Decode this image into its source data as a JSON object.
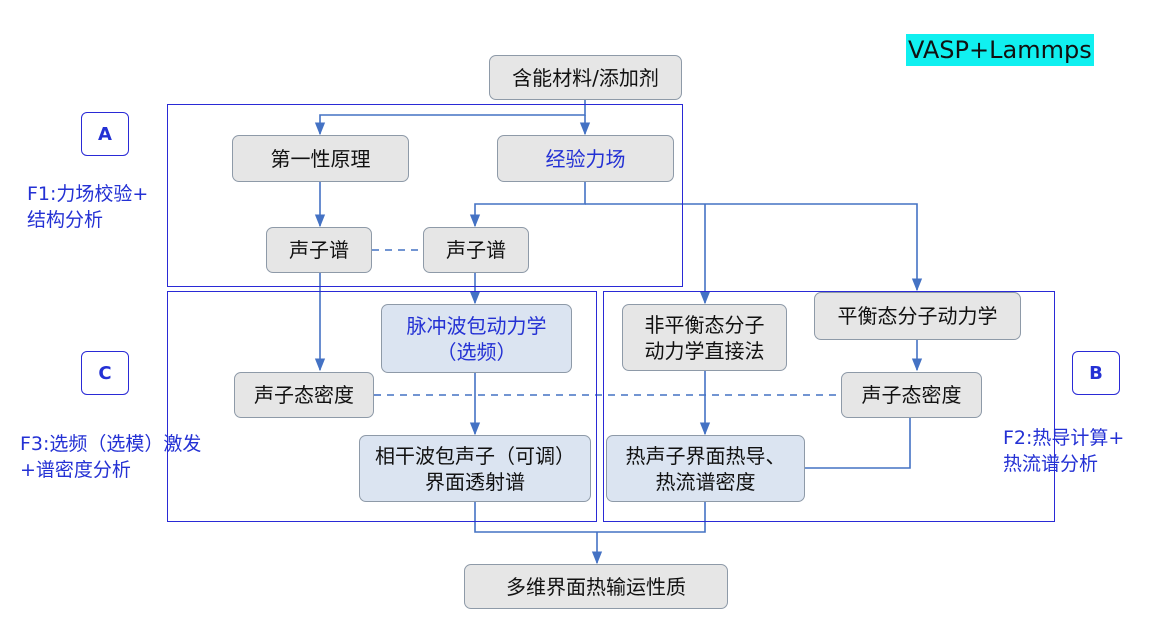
{
  "badge": "VASP+Lammps",
  "nodes": {
    "energetic": "含能材料/添加剂",
    "first_principles": "第一性原理",
    "empirical": "经验力场",
    "phonon_a": "声子谱",
    "phonon_b": "声子谱",
    "pulse": "脉冲波包动力学\n（选频）",
    "noneq": "非平衡态分子\n动力学直接法",
    "eq_md": "平衡态分子动力学",
    "dos_left": "声子态密度",
    "dos_right": "声子态密度",
    "coherent": "相干波包声子（可调）\n界面透射谱",
    "thermal": "热声子界面热导、\n热流谱密度",
    "output": "多维界面热输运性质"
  },
  "tags": {
    "a": "A",
    "b": "B",
    "c": "C"
  },
  "notes": {
    "f1": "F1:力场校验+\n结构分析",
    "f2": "F2:热导计算+\n热流谱分析",
    "f3": "F3:选频（选模）激发\n+谱密度分析"
  }
}
